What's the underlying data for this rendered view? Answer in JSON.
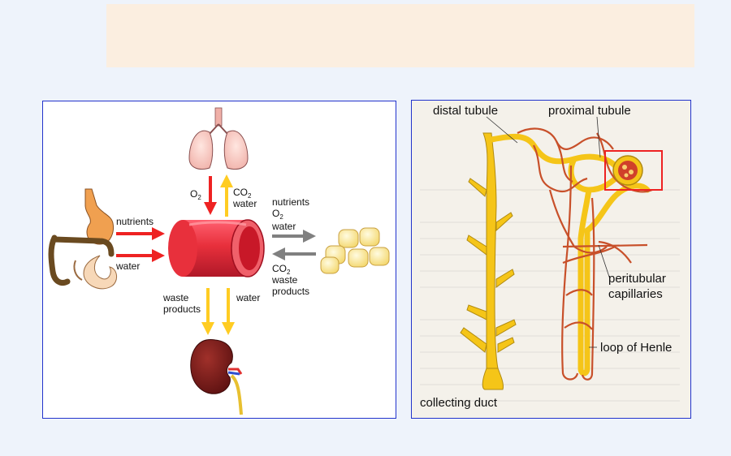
{
  "left_diagram": {
    "o2_top": "O",
    "o2_top_sub": "2",
    "co2_top": "CO",
    "co2_top_sub": "2",
    "water_top": "water",
    "nutrients_left": "nutrients",
    "water_left": "water",
    "nutrients_right": "nutrients",
    "o2_right": "O",
    "o2_right_sub": "2",
    "water_right": "water",
    "co2_right": "CO",
    "co2_right_sub": "2",
    "waste_right_1": "waste",
    "waste_right_2": "products",
    "waste_bottom_1": "waste",
    "waste_bottom_2": "products",
    "water_bottom": "water"
  },
  "right_diagram": {
    "distal_tubule": "distal tubule",
    "proximal_tubule": "proximal tubule",
    "peritubular_1": "peritubular",
    "peritubular_2": "capillaries",
    "loop_of_henle": "loop of Henle",
    "collecting_duct": "collecting duct"
  },
  "colors": {
    "arrow_red": "#ee2222",
    "arrow_yellow": "#ffcc22",
    "arrow_grey": "#808080",
    "vessel_red": "#e8303c",
    "tubule_yellow": "#f5c518",
    "capillary_red": "#c8502a"
  }
}
